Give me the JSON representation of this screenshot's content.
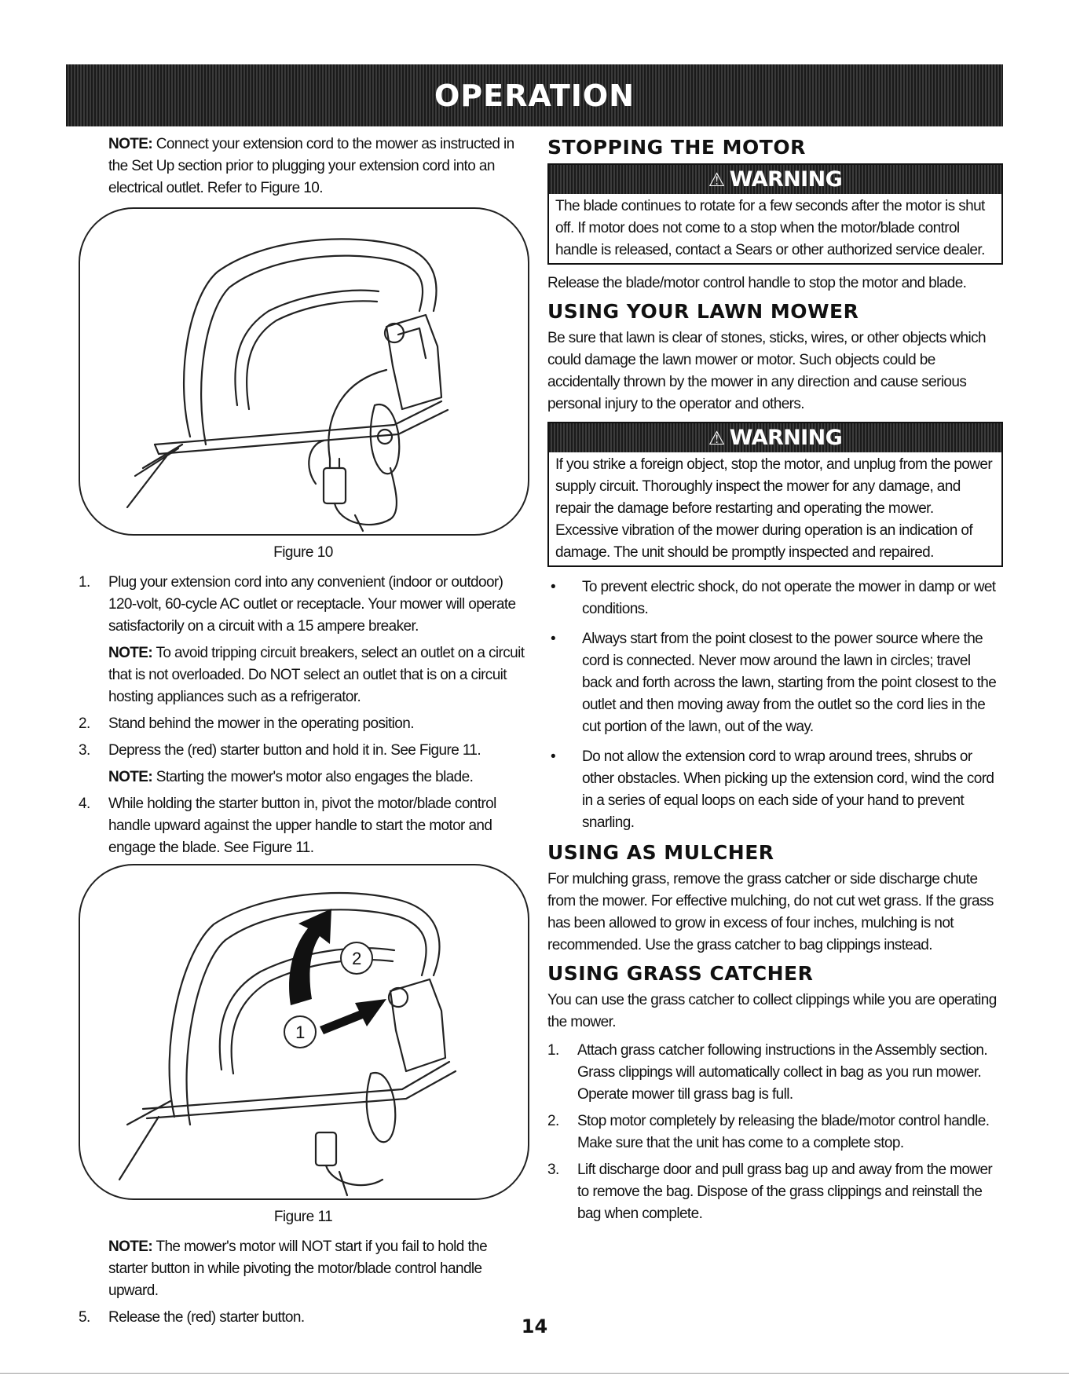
{
  "header": {
    "title": "OPERATION"
  },
  "left": {
    "note1_label": "NOTE:",
    "note1_text": " Connect your extension cord to the mower as instructed in the Set Up section prior to plugging your extension cord into an electrical outlet. Refer to Figure 10.",
    "figure10_caption": "Figure 10",
    "step1_num": "1.",
    "step1_text": "Plug your extension cord into any convenient (indoor or outdoor) 120-volt, 60-cycle AC outlet or receptacle. Your mower will operate satisfactorily on a circuit with a 15 ampere breaker.",
    "note2_label": "NOTE:",
    "note2_text": " To avoid tripping circuit breakers, select an outlet on a circuit that is not overloaded. Do NOT select an outlet that is on a circuit hosting appliances such as a refrigerator.",
    "step2_num": "2.",
    "step2_text": "Stand behind the mower in the operating position.",
    "step3_num": "3.",
    "step3_text": "Depress the (red) starter button and hold it in. See Figure 11.",
    "note3_label": "NOTE:",
    "note3_text": " Starting the mower's motor also engages the blade.",
    "step4_num": "4.",
    "step4_text": "While holding the starter button in, pivot the motor/blade control handle upward against the upper handle to start the motor and engage the blade. See Figure 11.",
    "figure11_caption": "Figure 11",
    "figure11_callout1": "1",
    "figure11_callout2": "2",
    "note4_label": "NOTE:",
    "note4_text": " The mower's motor will NOT start if you fail to hold the starter button in while pivoting the motor/blade control handle upward.",
    "step5_num": "5.",
    "step5_text": "Release the (red) starter button."
  },
  "right": {
    "stopping_title": "STOPPING THE MOTOR",
    "warning1_title": "WARNING",
    "warning1_text": "The blade continues to rotate for a few seconds after the motor is shut off. If motor does not come to a stop when the motor/blade control handle is released, contact a Sears or other authorized service dealer.",
    "stopping_text": "Release the blade/motor control handle to stop the motor and blade.",
    "lawn_title": "USING YOUR LAWN MOWER",
    "lawn_text": "Be sure that lawn is clear of stones, sticks, wires, or other objects which could damage the lawn mower or motor. Such objects could be accidentally thrown by the mower in any direction and cause serious personal injury to the operator and others.",
    "warning2_title": "WARNING",
    "warning2_text": "If you strike a foreign object, stop the motor, and unplug from the power supply circuit. Thoroughly inspect the mower for any damage, and repair the damage before restarting and operating the mower. Excessive vibration of the mower during operation is an indication of damage. The unit should be promptly inspected and repaired.",
    "bullets": [
      "To prevent electric shock, do not operate the mower in damp or wet conditions.",
      "Always start from the point closest to the power source where the cord is connected. Never mow around the lawn in circles; travel back and forth across the lawn, starting from the point closest to the outlet and then moving away from the outlet so the cord lies in the cut portion of the lawn, out of the way.",
      "Do not allow the extension cord to wrap around trees, shrubs or other obstacles. When picking up the extension cord, wind the cord in a series of equal loops on each side of your hand to prevent snarling."
    ],
    "mulcher_title": "USING AS MULCHER",
    "mulcher_text": "For mulching grass, remove the grass catcher or side discharge chute from the mower. For effective mulching, do not cut wet grass. If the grass has been allowed to grow in excess of four inches, mulching is not recommended. Use the grass catcher to bag clippings instead.",
    "catcher_title": "USING GRASS CATCHER",
    "catcher_text": "You can use the grass catcher to collect clippings while you are operating the mower.",
    "catcher_steps": [
      {
        "num": "1.",
        "text": "Attach grass catcher following instructions in the Assembly section. Grass clippings will automatically collect in bag as you run mower. Operate mower till grass bag is full."
      },
      {
        "num": "2.",
        "text": "Stop motor completely by releasing the blade/motor control handle. Make sure that the unit has come to a complete stop."
      },
      {
        "num": "3.",
        "text": "Lift discharge door and pull grass bag up and away from the mower to remove the bag. Dispose of the grass clippings and reinstall the bag when complete."
      }
    ]
  },
  "page_number": "14"
}
